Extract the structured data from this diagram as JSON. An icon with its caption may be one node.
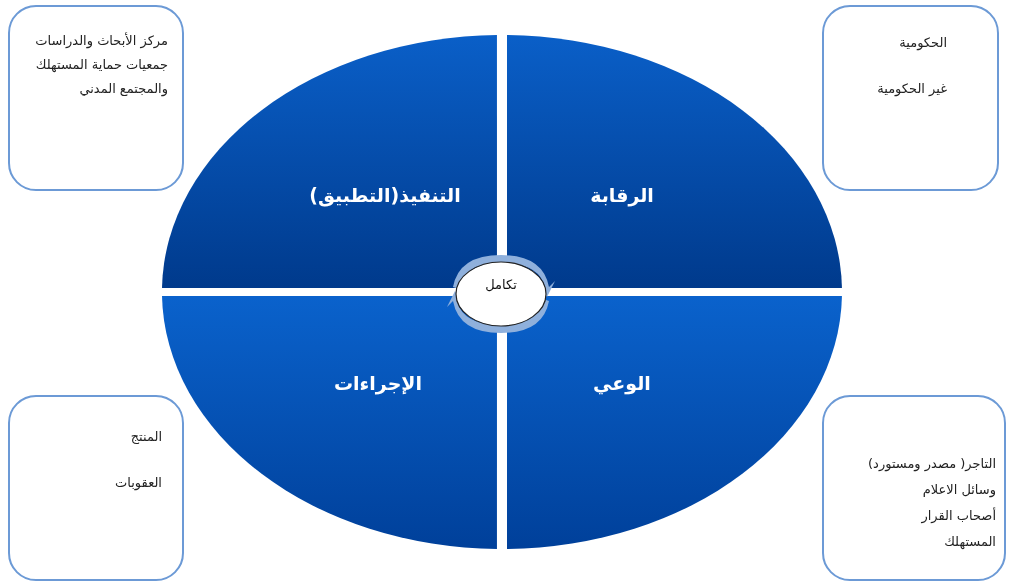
{
  "diagram": {
    "nodes": [
      {
        "text": [
          "مركز الأبحاث والدراسات",
          "جمعيات حماية المستهلك والمجتمع المدني"
        ]
      },
      {
        "text": [
          "الحكومية",
          "غير الحكومية"
        ]
      },
      {
        "text": [
          "التنفيذ(التطبيق)"
        ]
      },
      {
        "text": [
          "الرقابة"
        ]
      },
      {
        "text": [
          "تكامل"
        ]
      },
      {
        "text": [
          "الإجراءات"
        ]
      },
      {
        "text": [
          "الوعي"
        ]
      },
      {
        "text": [
          "المنتج",
          "العقوبات"
        ]
      },
      {
        "text": [
          "التاجر( مصدر ومستورد)",
          "وسائل الاعلام",
          "أصحاب القرار",
          "المستهلك"
        ]
      }
    ]
  }
}
